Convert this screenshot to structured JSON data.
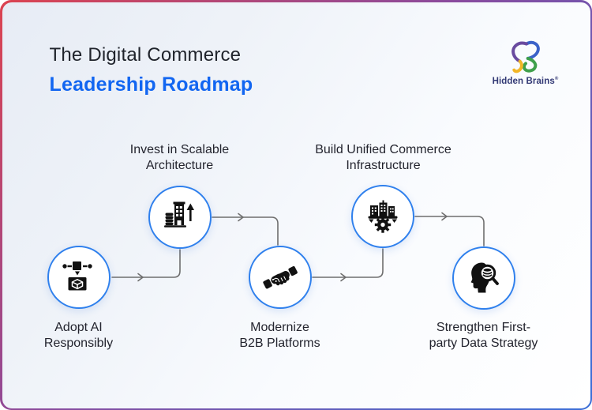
{
  "card": {
    "title_line1": "The Digital Commerce",
    "title_line2": "Leadership Roadmap",
    "title_accent_color": "#1266f1",
    "border_gradient": [
      "#dc4350",
      "#8a4a9d",
      "#3a6fd8"
    ],
    "background_tint": "#e7ecf5"
  },
  "logo": {
    "name": "Hidden Brains",
    "registered_mark": "®",
    "wordmark_color": "#333a75",
    "mark_colors": {
      "purple": "#6a4b9f",
      "yellow": "#f2b626",
      "blue": "#3b62c9",
      "green": "#3fa04b"
    }
  },
  "roadmap": {
    "connector_color": "#6e6e6e",
    "node_ring_color": "#2f80ed",
    "icon_color": "#111111",
    "steps": [
      {
        "id": 1,
        "label": "Adopt AI\nResponsibly",
        "icon": "ai-3d-model-printer-icon",
        "row": "bottom"
      },
      {
        "id": 2,
        "label": "Invest in Scalable\nArchitecture",
        "icon": "scalable-buildings-growth-icon",
        "row": "top"
      },
      {
        "id": 3,
        "label": "Modernize\nB2B Platforms",
        "icon": "digital-handshake-icon",
        "row": "bottom"
      },
      {
        "id": 4,
        "label": "Build Unified Commerce\nInfrastructure",
        "icon": "commerce-infrastructure-gear-icon",
        "row": "top"
      },
      {
        "id": 5,
        "label": "Strengthen First-\nparty Data Strategy",
        "icon": "data-insight-head-magnifier-icon",
        "row": "bottom"
      }
    ]
  }
}
